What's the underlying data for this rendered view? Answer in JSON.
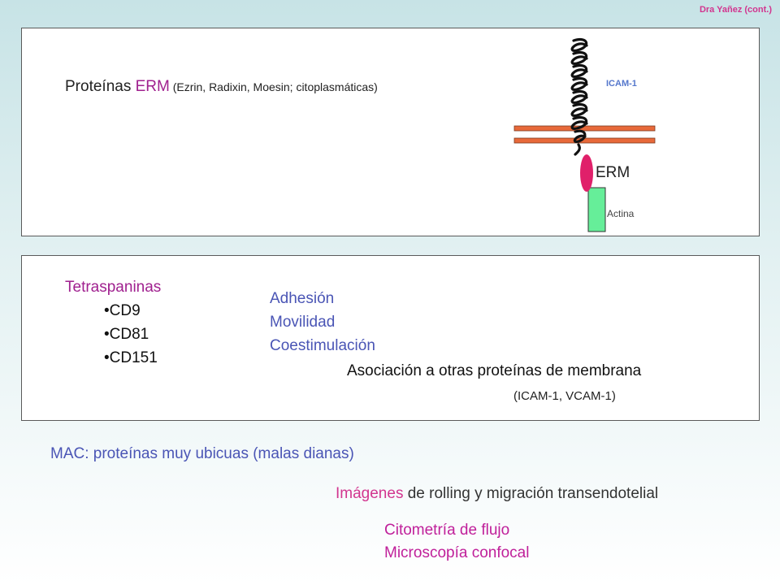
{
  "header": {
    "author": "Dra Yañez (cont.)"
  },
  "erm_panel": {
    "title_prefix": "Proteínas ",
    "title_highlight": "ERM",
    "title_detail": " (Ezrin, Radixin, Moesin; citoplasmáticas)",
    "diagram": {
      "icam_label": "ICAM-1",
      "erm_label": "ERM",
      "actin_label": "Actina",
      "colors": {
        "membrane": "#e8693a",
        "erm_oval": "#e0206a",
        "actin_block": "#66ee99",
        "helix": "#111111"
      }
    }
  },
  "tetra_panel": {
    "title": "Tetraspaninas",
    "members": [
      "•CD9",
      "•CD81",
      "•CD151"
    ],
    "functions": [
      "Adhesión",
      "Movilidad",
      "Coestimulación"
    ],
    "association": "Asociación a otras proteínas de membrana",
    "association_examples": "(ICAM-1, VCAM-1)"
  },
  "footer": {
    "mac_note": "MAC: proteínas muy ubicuas (malas dianas)",
    "images_highlight": "Imágenes",
    "images_rest": " de rolling y migración transendotelial",
    "techniques": [
      "Citometría de flujo",
      "Microscopía confocal"
    ]
  }
}
